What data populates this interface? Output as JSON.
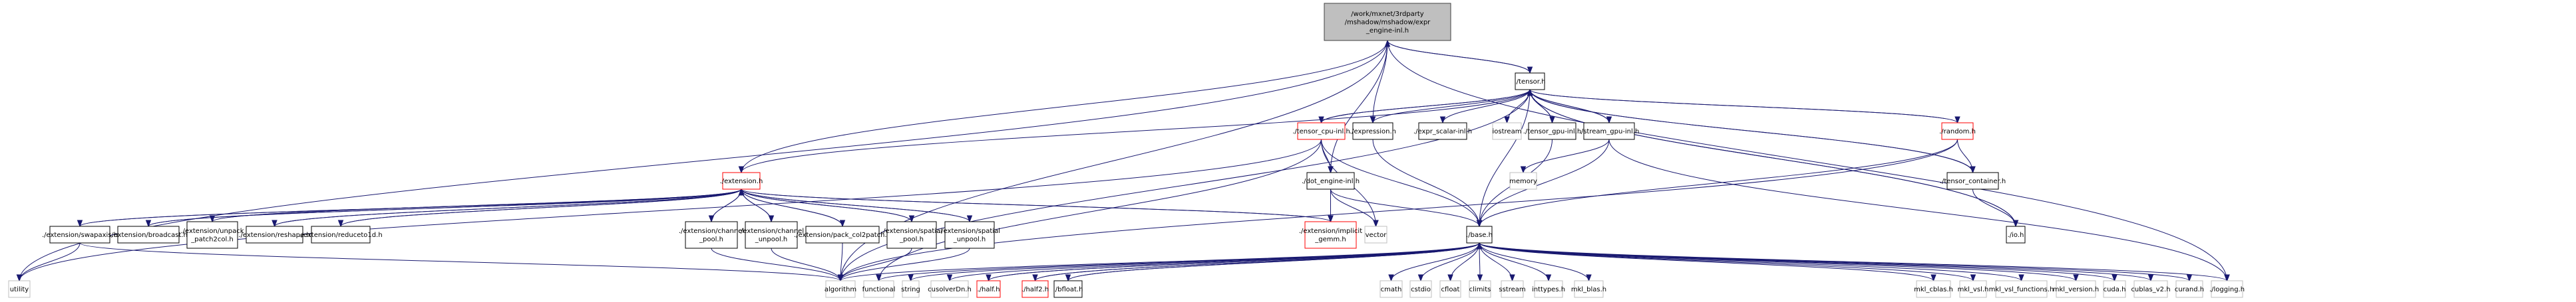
{
  "title": "Include dependency graph for expr_engine-inl.h",
  "colors": {
    "edge": "#191970",
    "root_fill": "#bfbfbf",
    "root_border": "#404040",
    "doc_border": "#000000",
    "incomplete_border": "#ff0000",
    "external_border": "#bfbfbf",
    "node_fill": "#ffffff"
  },
  "nodes": [
    {
      "id": "root",
      "lines": [
        "/work/mxnet/3rdparty",
        "/mshadow/mshadow/expr",
        "_engine-inl.h"
      ],
      "kind": "root"
    },
    {
      "id": "tensor",
      "lines": [
        "./tensor.h"
      ],
      "kind": "doc"
    },
    {
      "id": "tensor_cpu",
      "lines": [
        "./tensor_cpu-inl.h"
      ],
      "kind": "incomplete"
    },
    {
      "id": "expression",
      "lines": [
        "./expression.h"
      ],
      "kind": "doc"
    },
    {
      "id": "expr_scalar",
      "lines": [
        "./expr_scalar-inl.h"
      ],
      "kind": "doc"
    },
    {
      "id": "iostream",
      "lines": [
        "iostream"
      ],
      "kind": "external"
    },
    {
      "id": "tensor_gpu",
      "lines": [
        "./tensor_gpu-inl.h"
      ],
      "kind": "doc"
    },
    {
      "id": "stream_gpu",
      "lines": [
        "./stream_gpu-inl.h"
      ],
      "kind": "doc"
    },
    {
      "id": "random",
      "lines": [
        "./random.h"
      ],
      "kind": "incomplete"
    },
    {
      "id": "dot_engine",
      "lines": [
        "./dot_engine-inl.h"
      ],
      "kind": "doc"
    },
    {
      "id": "memory",
      "lines": [
        "memory"
      ],
      "kind": "external"
    },
    {
      "id": "tensor_container",
      "lines": [
        "./tensor_container.h"
      ],
      "kind": "doc"
    },
    {
      "id": "extension",
      "lines": [
        "./extension.h"
      ],
      "kind": "incomplete"
    },
    {
      "id": "swapaxis",
      "lines": [
        "./extension/swapaxis.h"
      ],
      "kind": "doc"
    },
    {
      "id": "broadcast",
      "lines": [
        "./extension/broadcast.h"
      ],
      "kind": "doc"
    },
    {
      "id": "unpack",
      "lines": [
        "./extension/unpack",
        "_patch2col.h"
      ],
      "kind": "doc"
    },
    {
      "id": "reshape",
      "lines": [
        "./extension/reshape.h"
      ],
      "kind": "doc"
    },
    {
      "id": "reduceto1d",
      "lines": [
        "./extension/reduceto1d.h"
      ],
      "kind": "doc"
    },
    {
      "id": "channel_pool",
      "lines": [
        "./extension/channel",
        "_pool.h"
      ],
      "kind": "doc"
    },
    {
      "id": "channel_unpool",
      "lines": [
        "./extension/channel",
        "_unpool.h"
      ],
      "kind": "doc"
    },
    {
      "id": "pack_col2patch",
      "lines": [
        "./extension/pack_col2patch.h"
      ],
      "kind": "doc"
    },
    {
      "id": "spatial_pool",
      "lines": [
        "./extension/spatial",
        "_pool.h"
      ],
      "kind": "doc"
    },
    {
      "id": "spatial_unpool",
      "lines": [
        "./extension/spatial",
        "_unpool.h"
      ],
      "kind": "doc"
    },
    {
      "id": "implicit_gemm",
      "lines": [
        "./extension/implicit",
        "_gemm.h"
      ],
      "kind": "incomplete"
    },
    {
      "id": "vector",
      "lines": [
        "vector"
      ],
      "kind": "external"
    },
    {
      "id": "base",
      "lines": [
        "./base.h"
      ],
      "kind": "doc"
    },
    {
      "id": "io",
      "lines": [
        "./io.h"
      ],
      "kind": "doc"
    },
    {
      "id": "utility",
      "lines": [
        "utility"
      ],
      "kind": "external"
    },
    {
      "id": "algorithm",
      "lines": [
        "algorithm"
      ],
      "kind": "external"
    },
    {
      "id": "functional",
      "lines": [
        "functional"
      ],
      "kind": "external"
    },
    {
      "id": "string",
      "lines": [
        "string"
      ],
      "kind": "external"
    },
    {
      "id": "cusolverDn",
      "lines": [
        "cusolverDn.h"
      ],
      "kind": "external"
    },
    {
      "id": "half",
      "lines": [
        "./half.h"
      ],
      "kind": "incomplete"
    },
    {
      "id": "half2",
      "lines": [
        "./half2.h"
      ],
      "kind": "incomplete"
    },
    {
      "id": "bfloat",
      "lines": [
        "./bfloat.h"
      ],
      "kind": "doc"
    },
    {
      "id": "cmath",
      "lines": [
        "cmath"
      ],
      "kind": "external"
    },
    {
      "id": "cstdio",
      "lines": [
        "cstdio"
      ],
      "kind": "external"
    },
    {
      "id": "cfloat",
      "lines": [
        "cfloat"
      ],
      "kind": "external"
    },
    {
      "id": "climits",
      "lines": [
        "climits"
      ],
      "kind": "external"
    },
    {
      "id": "sstream",
      "lines": [
        "sstream"
      ],
      "kind": "external"
    },
    {
      "id": "inttypes",
      "lines": [
        "inttypes.h"
      ],
      "kind": "external"
    },
    {
      "id": "mkl_blas",
      "lines": [
        "mkl_blas.h"
      ],
      "kind": "external"
    },
    {
      "id": "mkl_cblas",
      "lines": [
        "mkl_cblas.h"
      ],
      "kind": "external"
    },
    {
      "id": "mkl_vsl",
      "lines": [
        "mkl_vsl.h"
      ],
      "kind": "external"
    },
    {
      "id": "mkl_vsl_functions",
      "lines": [
        "mkl_vsl_functions.h"
      ],
      "kind": "external"
    },
    {
      "id": "mkl_version",
      "lines": [
        "mkl_version.h"
      ],
      "kind": "external"
    },
    {
      "id": "cuda",
      "lines": [
        "cuda.h"
      ],
      "kind": "external"
    },
    {
      "id": "cublas_v2",
      "lines": [
        "cublas_v2.h"
      ],
      "kind": "external"
    },
    {
      "id": "curand",
      "lines": [
        "curand.h"
      ],
      "kind": "external"
    },
    {
      "id": "logging",
      "lines": [
        "./logging.h"
      ],
      "kind": "external"
    }
  ],
  "edges": [
    [
      "root",
      "tensor"
    ],
    [
      "root",
      "expression"
    ],
    [
      "root",
      "dot_engine"
    ],
    [
      "root",
      "extension"
    ],
    [
      "root",
      "utility"
    ],
    [
      "root",
      "algorithm"
    ],
    [
      "root",
      "logging"
    ],
    [
      "tensor",
      "root"
    ],
    [
      "tensor",
      "tensor_cpu"
    ],
    [
      "tensor",
      "expression"
    ],
    [
      "tensor",
      "expr_scalar"
    ],
    [
      "tensor",
      "iostream"
    ],
    [
      "tensor",
      "tensor_gpu"
    ],
    [
      "tensor",
      "stream_gpu"
    ],
    [
      "tensor",
      "random"
    ],
    [
      "tensor",
      "tensor_container"
    ],
    [
      "tensor",
      "io"
    ],
    [
      "tensor",
      "base"
    ],
    [
      "tensor",
      "extension"
    ],
    [
      "tensor",
      "algorithm"
    ],
    [
      "tensor_cpu",
      "tensor"
    ],
    [
      "tensor_cpu",
      "dot_engine"
    ],
    [
      "tensor_cpu",
      "vector"
    ],
    [
      "tensor_cpu",
      "base"
    ],
    [
      "tensor_cpu",
      "utility"
    ],
    [
      "tensor_cpu",
      "functional"
    ],
    [
      "expression",
      "base"
    ],
    [
      "tensor_gpu",
      "tensor"
    ],
    [
      "tensor_gpu",
      "base"
    ],
    [
      "stream_gpu",
      "tensor"
    ],
    [
      "stream_gpu",
      "memory"
    ],
    [
      "stream_gpu",
      "base"
    ],
    [
      "stream_gpu",
      "logging"
    ],
    [
      "random",
      "tensor"
    ],
    [
      "random",
      "tensor_container"
    ],
    [
      "random",
      "base"
    ],
    [
      "random",
      "algorithm"
    ],
    [
      "tensor_container",
      "tensor"
    ],
    [
      "tensor_container",
      "io"
    ],
    [
      "io",
      "tensor"
    ],
    [
      "dot_engine",
      "implicit_gemm"
    ],
    [
      "dot_engine",
      "vector"
    ],
    [
      "dot_engine",
      "base"
    ],
    [
      "extension",
      "swapaxis"
    ],
    [
      "extension",
      "broadcast"
    ],
    [
      "extension",
      "unpack"
    ],
    [
      "extension",
      "reshape"
    ],
    [
      "extension",
      "reduceto1d"
    ],
    [
      "extension",
      "channel_pool"
    ],
    [
      "extension",
      "channel_unpool"
    ],
    [
      "extension",
      "pack_col2patch"
    ],
    [
      "extension",
      "spatial_pool"
    ],
    [
      "extension",
      "spatial_unpool"
    ],
    [
      "extension",
      "implicit_gemm"
    ],
    [
      "swapaxis",
      "extension"
    ],
    [
      "swapaxis",
      "utility"
    ],
    [
      "swapaxis",
      "algorithm"
    ],
    [
      "broadcast",
      "extension"
    ],
    [
      "unpack",
      "extension"
    ],
    [
      "reshape",
      "extension"
    ],
    [
      "reduceto1d",
      "extension"
    ],
    [
      "channel_pool",
      "extension"
    ],
    [
      "channel_pool",
      "algorithm"
    ],
    [
      "channel_unpool",
      "extension"
    ],
    [
      "channel_unpool",
      "algorithm"
    ],
    [
      "pack_col2patch",
      "extension"
    ],
    [
      "pack_col2patch",
      "algorithm"
    ],
    [
      "spatial_pool",
      "extension"
    ],
    [
      "spatial_pool",
      "algorithm"
    ],
    [
      "spatial_unpool",
      "extension"
    ],
    [
      "spatial_unpool",
      "algorithm"
    ],
    [
      "implicit_gemm",
      "extension"
    ],
    [
      "base",
      "algorithm"
    ],
    [
      "base",
      "functional"
    ],
    [
      "base",
      "string"
    ],
    [
      "base",
      "cusolverDn"
    ],
    [
      "base",
      "half"
    ],
    [
      "base",
      "half2"
    ],
    [
      "base",
      "bfloat"
    ],
    [
      "base",
      "cmath"
    ],
    [
      "base",
      "cstdio"
    ],
    [
      "base",
      "cfloat"
    ],
    [
      "base",
      "climits"
    ],
    [
      "base",
      "sstream"
    ],
    [
      "base",
      "inttypes"
    ],
    [
      "base",
      "mkl_blas"
    ],
    [
      "base",
      "mkl_cblas"
    ],
    [
      "base",
      "mkl_vsl"
    ],
    [
      "base",
      "mkl_vsl_functions"
    ],
    [
      "base",
      "mkl_version"
    ],
    [
      "base",
      "cuda"
    ],
    [
      "base",
      "cublas_v2"
    ],
    [
      "base",
      "curand"
    ],
    [
      "base",
      "logging"
    ],
    [
      "half",
      "base"
    ],
    [
      "half2",
      "base"
    ],
    [
      "bfloat",
      "base"
    ]
  ]
}
